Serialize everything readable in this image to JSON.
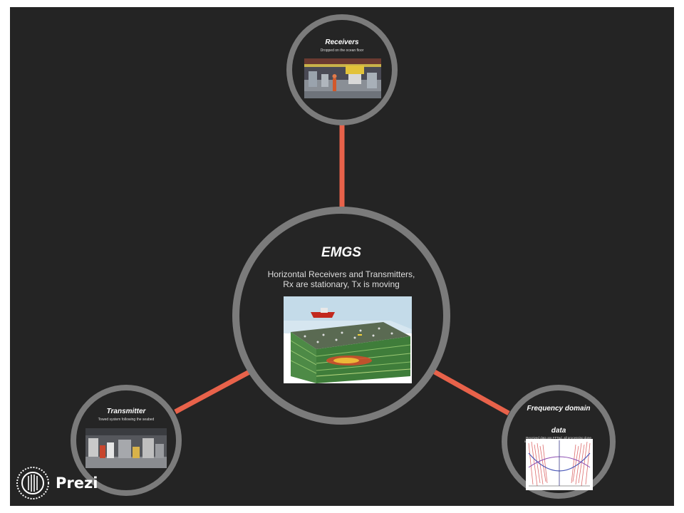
{
  "nodes": {
    "receivers": {
      "title": "Receivers",
      "subtitle": "Dropped on the ocean floor"
    },
    "emgs": {
      "title": "EMGS",
      "line1": "Horizontal Receivers and Transmitters,",
      "line2": "Rx are stationary, Tx is moving"
    },
    "transmitter": {
      "title": "Transmitter",
      "subtitle": "Towed system following the seabed"
    },
    "frequency": {
      "title_line1": "Frequency domain",
      "title_line2": "data",
      "subtitle": "Received data are FFTed, all processing done in the frequency domain; modelling in frequency"
    }
  },
  "logo": {
    "text": "Prezi"
  },
  "colors": {
    "link": "#e8624a",
    "ring": "#7b7b7b",
    "background": "#242424"
  },
  "icons": [
    "prezi-logo-icon"
  ]
}
